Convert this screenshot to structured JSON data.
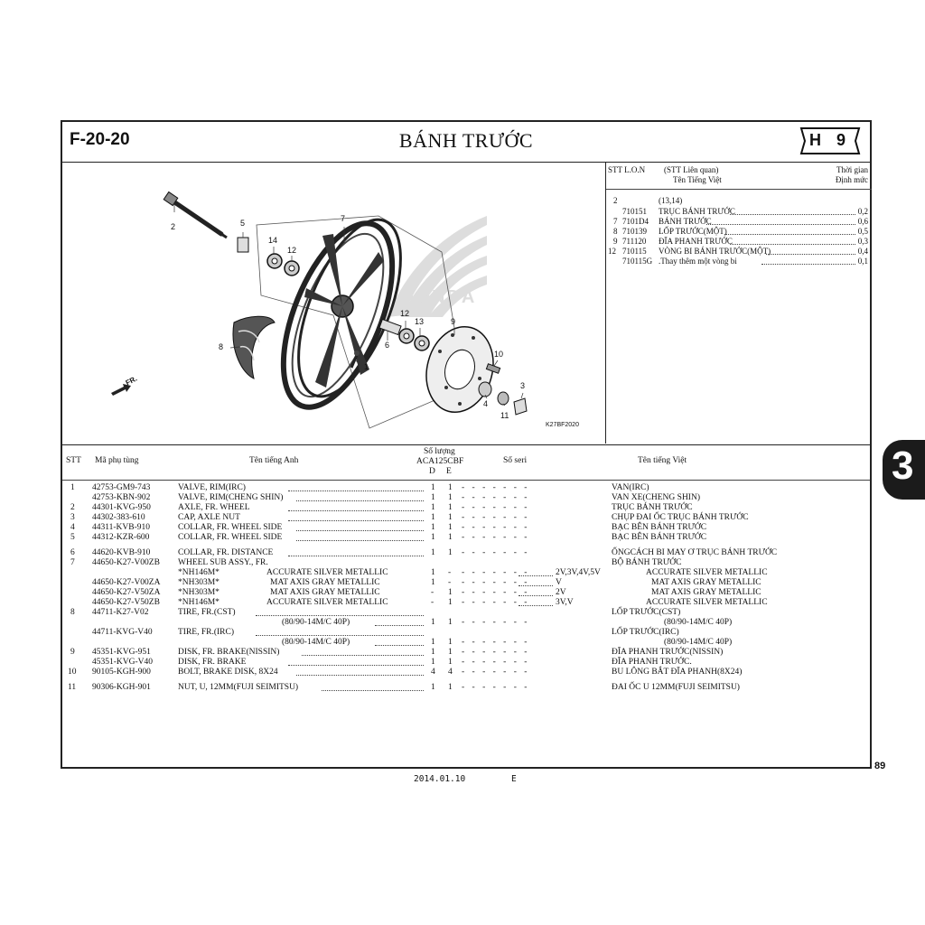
{
  "header": {
    "code": "F-20-20",
    "title": "BÁNH TRƯỚC",
    "badge": "H 9"
  },
  "diagram": {
    "fig_id": "K27BF2020",
    "front_marker": "FR.",
    "callouts": [
      "1",
      "2",
      "3",
      "4",
      "5",
      "6",
      "7",
      "8",
      "9",
      "10",
      "11",
      "12",
      "12",
      "13",
      "14"
    ]
  },
  "time_panel": {
    "col_stt": "STT L.O.N",
    "col_rel": "(STT Liên quan)",
    "col_name": "Tên Tiếng Việt",
    "col_time_1": "Thời gian",
    "col_time_2": "Định mức",
    "rows": [
      {
        "ref": "2",
        "code": "",
        "name": "(13,14)",
        "time": ""
      },
      {
        "ref": "",
        "code": "710151",
        "name": "TRỤC BÁNH TRƯỚC",
        "time": "0,2"
      },
      {
        "ref": "7",
        "code": "7101D4",
        "name": "BÁNH TRƯỚC",
        "time": "0,6"
      },
      {
        "ref": "8",
        "code": "710139",
        "name": "LỐP TRƯỚC(MỘT)",
        "time": "0,5"
      },
      {
        "ref": "9",
        "code": "711120",
        "name": "ĐĨA PHANH TRƯỚC",
        "time": "0,3"
      },
      {
        "ref": "12",
        "code": "710115",
        "name": "VÒNG BI BÁNH TRƯỚC(MỘT)",
        "time": "0,4"
      },
      {
        "ref": "",
        "code": "710115G",
        "name": ".Thay thêm một vòng bi",
        "time": "0,1"
      }
    ]
  },
  "parts_list": {
    "headers": {
      "stt": "STT",
      "part_no": "Mã phụ tùng",
      "name_en": "Tên tiếng Anh",
      "qty": "Số lượng",
      "model": "ACA125CBF",
      "col_d": "D",
      "col_e": "E",
      "serial": "Số seri",
      "name_vi": "Tên tiếng Việt"
    },
    "rows": [
      {
        "stt": "1",
        "part_no": "42753-GM9-743",
        "name_en": "VALVE, RIM(IRC)",
        "d": "1",
        "e": "1",
        "note": "",
        "name_vi": "VAN(IRC)"
      },
      {
        "stt": "",
        "part_no": "42753-KBN-902",
        "name_en": "VALVE, RIM(CHENG SHIN)",
        "d": "1",
        "e": "1",
        "note": "",
        "name_vi": "VAN XE(CHENG SHIN)"
      },
      {
        "stt": "2",
        "part_no": "44301-KVG-950",
        "name_en": "AXLE, FR. WHEEL",
        "d": "1",
        "e": "1",
        "note": "",
        "name_vi": "TRỤC BÁNH TRƯỚC"
      },
      {
        "stt": "3",
        "part_no": "44302-383-610",
        "name_en": "CAP, AXLE NUT",
        "d": "1",
        "e": "1",
        "note": "",
        "name_vi": "CHỤP ĐAI ỐC TRỤC  BÁNH TRƯỚC"
      },
      {
        "stt": "4",
        "part_no": "44311-KVB-910",
        "name_en": "COLLAR, FR. WHEEL SIDE",
        "d": "1",
        "e": "1",
        "note": "",
        "name_vi": "BẠC BÊN BÁNH TRƯỚC"
      },
      {
        "stt": "5",
        "part_no": "44312-KZR-600",
        "name_en": "COLLAR, FR. WHEEL SIDE",
        "d": "1",
        "e": "1",
        "note": "",
        "name_vi": "BẠC BÊN BÁNH TRƯỚC"
      },
      {
        "stt": "6",
        "part_no": "44620-KVB-910",
        "name_en": "COLLAR, FR. DISTANCE",
        "d": "1",
        "e": "1",
        "note": "",
        "name_vi": "ỐNGCÁCH BI MAY Ơ TRỤC BÁNH TRƯỚC"
      },
      {
        "stt": "7",
        "part_no": "44650-K27-V00ZB",
        "name_en": "WHEEL SUB ASSY., FR.",
        "d": "",
        "e": "",
        "note": "",
        "name_vi": "BỘ BÁNH TRƯỚC"
      },
      {
        "stt": "",
        "part_no": "",
        "color_code": "*NH146M*",
        "name_en": "ACCURATE SILVER METALLIC",
        "d": "1",
        "e": "-",
        "note": "2V,3V,4V,5V",
        "name_vi": "ACCURATE SILVER METALLIC"
      },
      {
        "stt": "",
        "part_no": "44650-K27-V00ZA",
        "color_code": "*NH303M*",
        "name_en": "MAT AXIS GRAY METALLIC",
        "d": "1",
        "e": "-",
        "note": "V",
        "name_vi": "MAT AXIS GRAY METALLIC"
      },
      {
        "stt": "",
        "part_no": "44650-K27-V50ZA",
        "color_code": "*NH303M*",
        "name_en": "MAT AXIS GRAY METALLIC",
        "d": "-",
        "e": "1",
        "note": "2V",
        "name_vi": "MAT AXIS GRAY METALLIC"
      },
      {
        "stt": "",
        "part_no": "44650-K27-V50ZB",
        "color_code": "*NH146M*",
        "name_en": "ACCURATE SILVER METALLIC",
        "d": "-",
        "e": "1",
        "note": "3V,V",
        "name_vi": "ACCURATE SILVER METALLIC"
      },
      {
        "stt": "8",
        "part_no": "44711-K27-V02",
        "name_en": "TIRE, FR.(CST)",
        "d": "",
        "e": "",
        "note": "",
        "name_vi": "LỐP TRƯỚC(CST)"
      },
      {
        "stt": "",
        "part_no": "",
        "name_en": "(80/90-14M/C 40P)",
        "d": "1",
        "e": "1",
        "note": "",
        "name_vi": "(80/90-14M/C 40P)"
      },
      {
        "stt": "",
        "part_no": "44711-KVG-V40",
        "name_en": "TIRE, FR.(IRC)",
        "d": "",
        "e": "",
        "note": "",
        "name_vi": "LỐP TRƯỚC(IRC)"
      },
      {
        "stt": "",
        "part_no": "",
        "name_en": "(80/90-14M/C 40P)",
        "d": "1",
        "e": "1",
        "note": "",
        "name_vi": "(80/90-14M/C 40P)"
      },
      {
        "stt": "9",
        "part_no": "45351-KVG-951",
        "name_en": "DISK, FR. BRAKE(NISSIN)",
        "d": "1",
        "e": "1",
        "note": "",
        "name_vi": "ĐĨA PHANH TRƯỚC(NISSIN)"
      },
      {
        "stt": "",
        "part_no": "45351-KVG-V40",
        "name_en": "DISK, FR. BRAKE",
        "d": "1",
        "e": "1",
        "note": "",
        "name_vi": "ĐĨA PHANH TRƯỚC."
      },
      {
        "stt": "10",
        "part_no": "90105-KGH-900",
        "name_en": "BOLT, BRAKE DISK, 8X24",
        "d": "4",
        "e": "4",
        "note": "",
        "name_vi": "BU LÔNG BẮT ĐĨA PHANH(8X24)"
      },
      {
        "stt": "11",
        "part_no": "90306-KGH-901",
        "name_en": "NUT, U, 12MM(FUJI SEIMITSU)",
        "d": "1",
        "e": "1",
        "note": "",
        "name_vi": "ĐAI ỐC U 12MM(FUJI SEIMITSU)"
      }
    ]
  },
  "page_number": "89",
  "footer_date": "2014.01.10",
  "footer_code": "E",
  "section_tab": "3"
}
